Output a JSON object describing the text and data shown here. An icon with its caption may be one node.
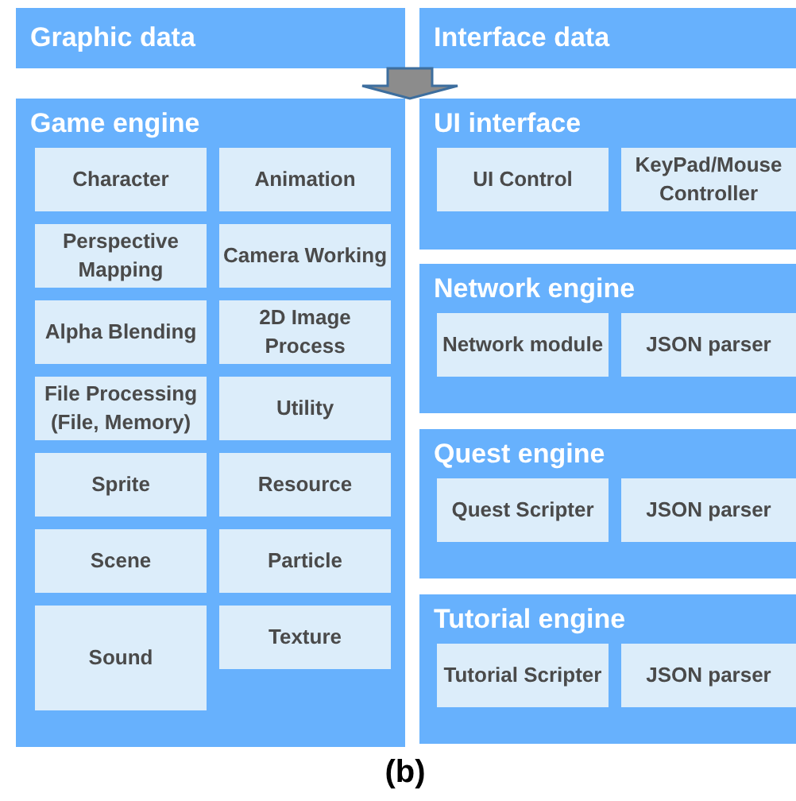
{
  "diagram": {
    "caption": "(b)",
    "nodes": [
      {
        "text": [
          "Graphic data"
        ]
      },
      {
        "text": [
          "Interface data"
        ]
      },
      {
        "text": [
          "Game engine"
        ]
      },
      {
        "text": [
          "Character"
        ],
        "in": 2
      },
      {
        "text": [
          "Animation"
        ],
        "in": 2
      },
      {
        "text": [
          "Perspective Mapping"
        ],
        "in": 2
      },
      {
        "text": [
          "Camera Working"
        ],
        "in": 2
      },
      {
        "text": [
          "Alpha Blending"
        ],
        "in": 2
      },
      {
        "text": [
          "2D Image Process"
        ],
        "in": 2
      },
      {
        "text": [
          "File Processing (File, Memory)"
        ],
        "in": 2
      },
      {
        "text": [
          "Utility"
        ],
        "in": 2
      },
      {
        "text": [
          "Sprite"
        ],
        "in": 2
      },
      {
        "text": [
          "Resource"
        ],
        "in": 2
      },
      {
        "text": [
          "Scene"
        ],
        "in": 2
      },
      {
        "text": [
          "Particle"
        ],
        "in": 2
      },
      {
        "text": [
          "Sound"
        ],
        "in": 2
      },
      {
        "text": [
          "Texture"
        ],
        "in": 2
      },
      {
        "text": [
          "UI interface"
        ]
      },
      {
        "text": [
          "UI Control"
        ],
        "in": 17
      },
      {
        "text": [
          "KeyPad/Mouse Controller"
        ],
        "in": 17
      },
      {
        "text": [
          "Network engine"
        ]
      },
      {
        "text": [
          "Network module"
        ],
        "in": 20
      },
      {
        "text": [
          "JSON parser"
        ],
        "in": 20
      },
      {
        "text": [
          "Quest engine"
        ]
      },
      {
        "text": [
          "Quest Scripter"
        ],
        "in": 23
      },
      {
        "text": [
          "JSON parser"
        ],
        "in": 23
      },
      {
        "text": [
          "Tutorial engine"
        ]
      },
      {
        "text": [
          "Tutorial Scripter"
        ],
        "in": 26
      },
      {
        "text": [
          "JSON parser"
        ],
        "in": 26
      }
    ],
    "edges": [
      {
        "from": 0,
        "to": 2,
        "arrow": "to"
      }
    ]
  }
}
